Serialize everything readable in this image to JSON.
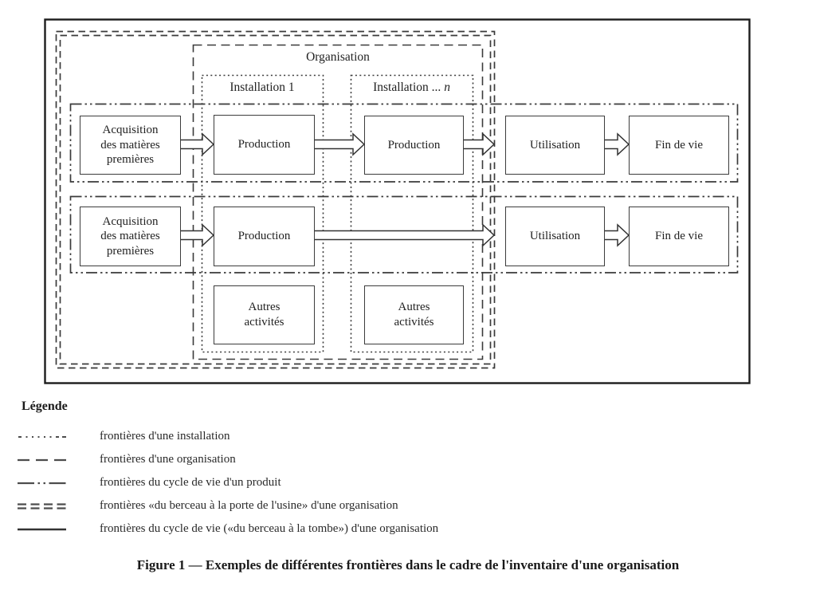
{
  "colors": {
    "ink": "#1f1f1f",
    "line": "#3a3a3a",
    "background": "#ffffff"
  },
  "diagram": {
    "organisation_label": "Organisation",
    "installation_1_label": "Installation 1",
    "installation_n_label_prefix": "Installation ... ",
    "installation_n_label_italic": "n",
    "box_labels": {
      "acquisition": "Acquisition\ndes matières\npremières",
      "production": "Production",
      "utilisation": "Utilisation",
      "fin_de_vie": "Fin de vie",
      "autres_activites": "Autres\nactivités"
    }
  },
  "legend": {
    "title": "Légende",
    "items": [
      {
        "line_style": "dotted",
        "label": "frontières d'une installation"
      },
      {
        "line_style": "dashed",
        "label": "frontières d'une organisation"
      },
      {
        "line_style": "dash-dot-dot",
        "label": "frontières du cycle de vie d'un produit"
      },
      {
        "line_style": "double-dashed",
        "label": "frontières «du berceau à la porte de l'usine» d'une organisation"
      },
      {
        "line_style": "solid",
        "label": "frontières du cycle de vie («du berceau à la tombe») d'une organisation"
      }
    ]
  },
  "caption": "Figure 1 — Exemples de différentes frontières dans le cadre de l'inventaire d'une organisation"
}
